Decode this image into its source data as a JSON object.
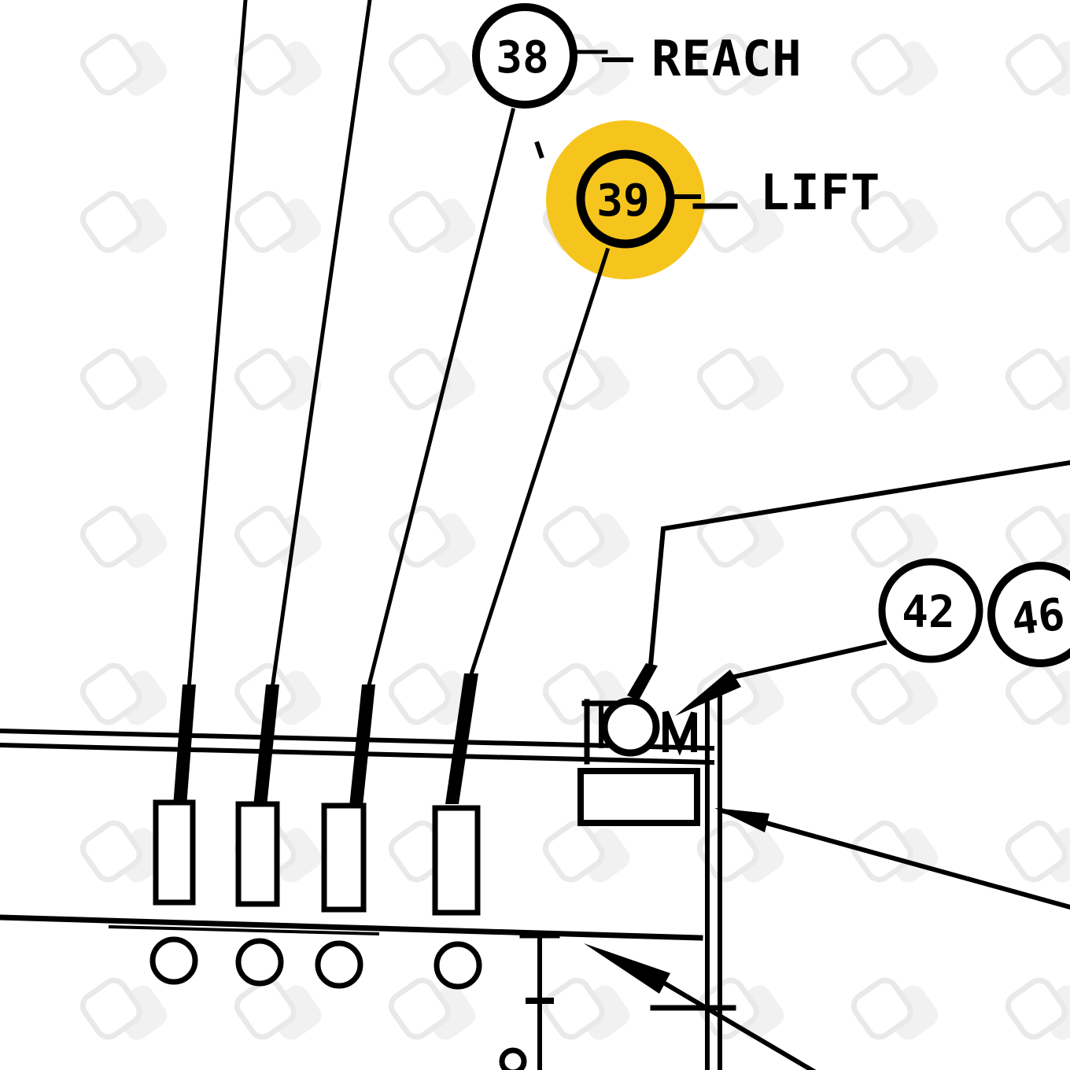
{
  "diagram": {
    "kind": "parts-diagram",
    "description": "Control lever assembly with numbered part callouts"
  },
  "colors": {
    "ink": "#000000",
    "highlight": "#F6C51D",
    "background": "#ffffff",
    "watermark_fill": "#f1f1f1",
    "watermark_stroke": "#e9e9e9"
  },
  "callouts": [
    {
      "number": "38",
      "label": "REACH",
      "highlighted": false
    },
    {
      "number": "39",
      "label": "LIFT",
      "highlighted": true
    },
    {
      "number": "42",
      "label": "",
      "highlighted": false
    },
    {
      "number": "46",
      "label": "",
      "highlighted": false
    }
  ],
  "background": {
    "watermark_icon": "copy-stack-icon"
  }
}
